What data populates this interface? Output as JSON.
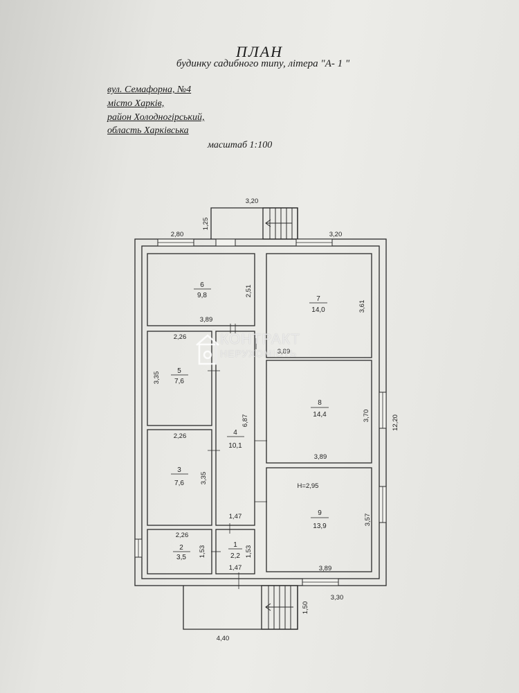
{
  "header": {
    "title": "ПЛАН",
    "subtitle": "будинку садибного типу, літера \"А- 1 \"",
    "address": [
      "вул. Семафорна, №4",
      "місто Харків,",
      "район Холодногірський,",
      "область Харківська"
    ],
    "scale": "масштаб 1:100"
  },
  "rooms": [
    {
      "number": "1",
      "area": "2,2"
    },
    {
      "number": "2",
      "area": "3,5"
    },
    {
      "number": "3",
      "area": "7,6"
    },
    {
      "number": "4",
      "area": "10,1"
    },
    {
      "number": "5",
      "area": "7,6"
    },
    {
      "number": "6",
      "area": "9,8"
    },
    {
      "number": "7",
      "area": "14,0"
    },
    {
      "number": "8",
      "area": "14,4"
    },
    {
      "number": "9",
      "area": "13,9"
    }
  ],
  "dimensions": {
    "porch_top_width": "3,20",
    "porch_top_depth": "1,25",
    "outer_top_left": "2,80",
    "outer_top_right": "3,20",
    "room6_depth": "2,51",
    "room6_width": "3,89",
    "room7_depth": "3,61",
    "room7_width": "3,89",
    "room5_width": "2,26",
    "room5_depth": "3,35",
    "corridor_length": "6,87",
    "room8_depth": "3,70",
    "room8_width": "3,89",
    "overall_length": "12,20",
    "room3_width": "2,26",
    "room3_depth": "3,35",
    "ceiling_height": "H=2,95",
    "room9_depth": "3,57",
    "corridor_width": "1,47",
    "room2_width": "2,26",
    "room2_depth": "1,53",
    "room1_depth": "1,53",
    "room1_width": "1,47",
    "room9_width": "3,89",
    "outer_bottom_right": "3,30",
    "porch_bottom_depth": "1,50",
    "porch_bottom_width": "4,40"
  },
  "watermark": {
    "line1": "КОНТРАКТ",
    "line2": "НЕРУХОМІСТЬ"
  }
}
